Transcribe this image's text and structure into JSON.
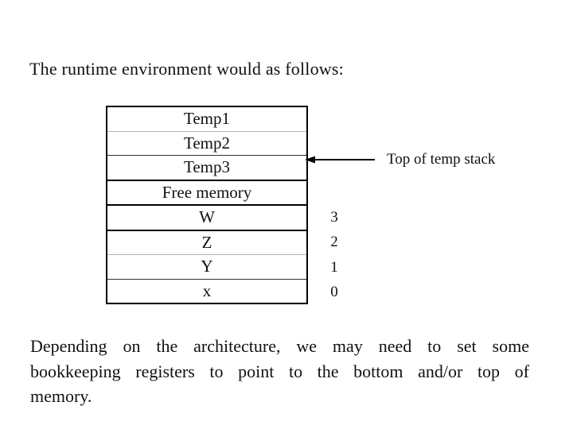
{
  "title": {
    "text": "The runtime environment would as follows:"
  },
  "memory_diagram": {
    "rows": [
      {
        "label": "Temp1"
      },
      {
        "label": "Temp2"
      },
      {
        "label": "Temp3"
      },
      {
        "label": "Free memory"
      },
      {
        "label": "W",
        "index": "3"
      },
      {
        "label": "Z",
        "index": "2"
      },
      {
        "label": "Y",
        "index": "1"
      },
      {
        "label": "x",
        "index": "0"
      }
    ],
    "pointer_label": "Top of temp stack",
    "pointer_arrow_icon": "left-arrow"
  },
  "paragraph": {
    "lines": [
      "Depending on the architecture, we may need to set some",
      "bookkeeping registers to point to the bottom and/or top of",
      "memory."
    ]
  },
  "colors": {
    "background": "#ffffff",
    "text": "#111111",
    "border_strong": "#000000",
    "border_light": "#b3b3b3"
  }
}
